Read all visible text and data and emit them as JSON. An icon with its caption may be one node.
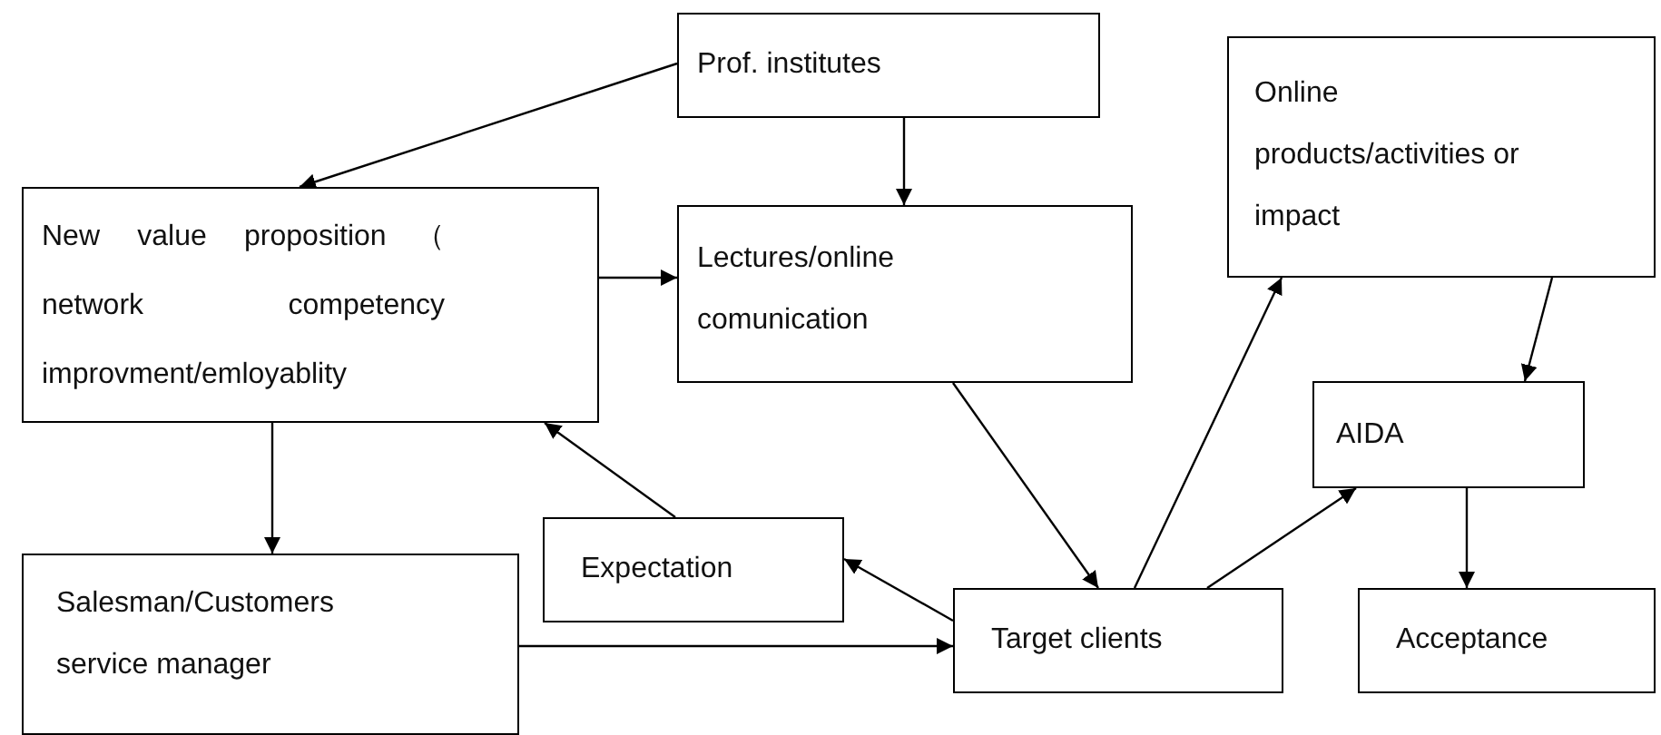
{
  "diagram": {
    "nodes": [
      {
        "text": [
          "Prof. institutes"
        ]
      },
      {
        "text": [
          "New value proposition（ network competency improvment/emloyablity"
        ]
      },
      {
        "text": [
          "Lectures/online comunication"
        ]
      },
      {
        "text": [
          "Online products/activities or impact"
        ]
      },
      {
        "text": [
          "AIDA"
        ]
      },
      {
        "text": [
          "Expectation"
        ]
      },
      {
        "text": [
          "Target clients"
        ]
      },
      {
        "text": [
          "Acceptance"
        ]
      },
      {
        "text": [
          "Salesman/Customers service manager"
        ]
      }
    ],
    "edges": [
      {
        "from": 0,
        "to": 1,
        "arrow": "to"
      },
      {
        "from": 0,
        "to": 2,
        "arrow": "to"
      },
      {
        "from": 1,
        "to": 2,
        "arrow": "to"
      },
      {
        "from": 2,
        "to": 6,
        "arrow": "to"
      },
      {
        "from": 6,
        "to": 3,
        "arrow": "to"
      },
      {
        "from": 3,
        "to": 4,
        "arrow": "to"
      },
      {
        "from": 6,
        "to": 4,
        "arrow": "to"
      },
      {
        "from": 4,
        "to": 7,
        "arrow": "to"
      },
      {
        "from": 6,
        "to": 5,
        "arrow": "to"
      },
      {
        "from": 5,
        "to": 1,
        "arrow": "to"
      },
      {
        "from": 1,
        "to": 8,
        "arrow": "to"
      },
      {
        "from": 8,
        "to": 6,
        "arrow": "to"
      }
    ]
  }
}
